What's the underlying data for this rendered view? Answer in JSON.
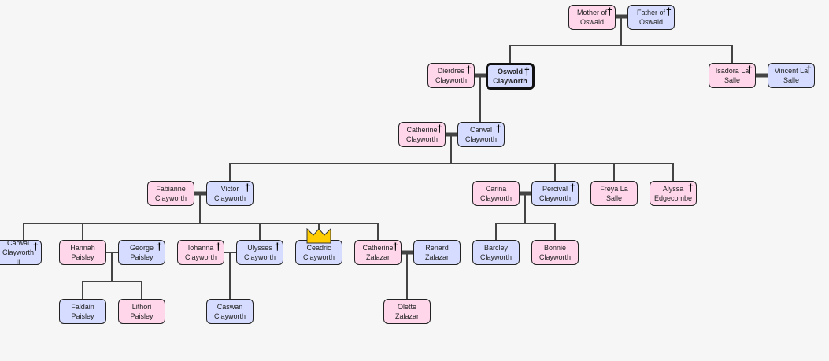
{
  "colors": {
    "female": "#ffd6ea",
    "male": "#d6dcff",
    "line": "#444444",
    "crown": "#ffcc00"
  },
  "people": [
    {
      "id": "mother-of-oswald",
      "name": "Mother of Oswald",
      "sex": "f",
      "deceased": true
    },
    {
      "id": "father-of-oswald",
      "name": "Father of Oswald",
      "sex": "m",
      "deceased": true
    },
    {
      "id": "dierdree-clayworth",
      "name": "Dierdree Clayworth",
      "sex": "f",
      "deceased": true
    },
    {
      "id": "oswald-clayworth",
      "name": "Oswald Clayworth",
      "sex": "m",
      "deceased": true,
      "focus": true
    },
    {
      "id": "isadora-la-salle",
      "name": "Isadora La Salle",
      "sex": "f",
      "deceased": true
    },
    {
      "id": "vincent-la-salle",
      "name": "Vincent La Salle",
      "sex": "m",
      "deceased": true
    },
    {
      "id": "catherine-clayworth",
      "name": "Catherine Clayworth",
      "sex": "f",
      "deceased": true
    },
    {
      "id": "carwal-clayworth",
      "name": "Carwal Clayworth",
      "sex": "m",
      "deceased": true
    },
    {
      "id": "fabianne-clayworth",
      "name": "Fabianne Clayworth",
      "sex": "f",
      "deceased": false
    },
    {
      "id": "victor-clayworth",
      "name": "Victor Clayworth",
      "sex": "m",
      "deceased": true
    },
    {
      "id": "carina-clayworth",
      "name": "Carina Clayworth",
      "sex": "f",
      "deceased": false
    },
    {
      "id": "percival-clayworth",
      "name": "Percival Clayworth",
      "sex": "m",
      "deceased": true
    },
    {
      "id": "freya-la-salle",
      "name": "Freya La Salle",
      "sex": "f",
      "deceased": false
    },
    {
      "id": "alyssa-edgecombe",
      "name": "Alyssa Edgecombe",
      "sex": "f",
      "deceased": true
    },
    {
      "id": "carwal-clayworth-ii",
      "name": "Carwal Clayworth II",
      "sex": "m",
      "deceased": true
    },
    {
      "id": "hannah-paisley",
      "name": "Hannah Paisley",
      "sex": "f",
      "deceased": false
    },
    {
      "id": "george-paisley",
      "name": "George Paisley",
      "sex": "m",
      "deceased": true
    },
    {
      "id": "iohanna-clayworth",
      "name": "Iohanna Clayworth",
      "sex": "f",
      "deceased": true
    },
    {
      "id": "ulysses-clayworth",
      "name": "Ulysses Clayworth",
      "sex": "m",
      "deceased": true
    },
    {
      "id": "ceadric-clayworth",
      "name": "Ceadric Clayworth",
      "sex": "m",
      "deceased": false,
      "crowned": true
    },
    {
      "id": "catherine-zalazar",
      "name": "Catherine Zalazar",
      "sex": "f",
      "deceased": true
    },
    {
      "id": "renard-zalazar",
      "name": "Renard Zalazar",
      "sex": "m",
      "deceased": false
    },
    {
      "id": "barcley-clayworth",
      "name": "Barcley Clayworth",
      "sex": "m",
      "deceased": false
    },
    {
      "id": "bonnie-clayworth",
      "name": "Bonnie Clayworth",
      "sex": "f",
      "deceased": false
    },
    {
      "id": "faldain-paisley",
      "name": "Faldain Paisley",
      "sex": "m",
      "deceased": false
    },
    {
      "id": "lithori-paisley",
      "name": "Lithori Paisley",
      "sex": "f",
      "deceased": false
    },
    {
      "id": "caswan-clayworth",
      "name": "Caswan Clayworth",
      "sex": "m",
      "deceased": false
    },
    {
      "id": "olette-zalazar",
      "name": "Olette Zalazar",
      "sex": "f",
      "deceased": false
    }
  ],
  "symbols": {
    "deceased": "†"
  }
}
